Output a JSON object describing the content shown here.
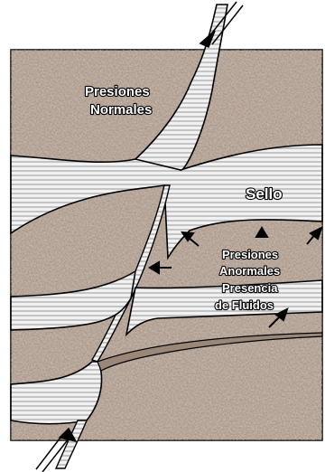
{
  "labels": {
    "normal_line1": "Presiones",
    "normal_line2": "Normales",
    "seal": "Sello",
    "abnormal_line1": "Presiones",
    "abnormal_line2": "Anormales",
    "abnormal_line3": "Presencia",
    "abnormal_line4": "de Fluidos"
  },
  "colors": {
    "rock_base": "#a89586",
    "rock_dark": "#6e5a4c",
    "rock_light": "#cdbdb0",
    "stripe_light": "#f1f1f1",
    "stripe_dark": "#b9b9b9",
    "outline": "#000000"
  },
  "icons": [
    "fault-arrow-up-icon",
    "fault-arrow-down-icon",
    "pressure-arrow-icon"
  ]
}
